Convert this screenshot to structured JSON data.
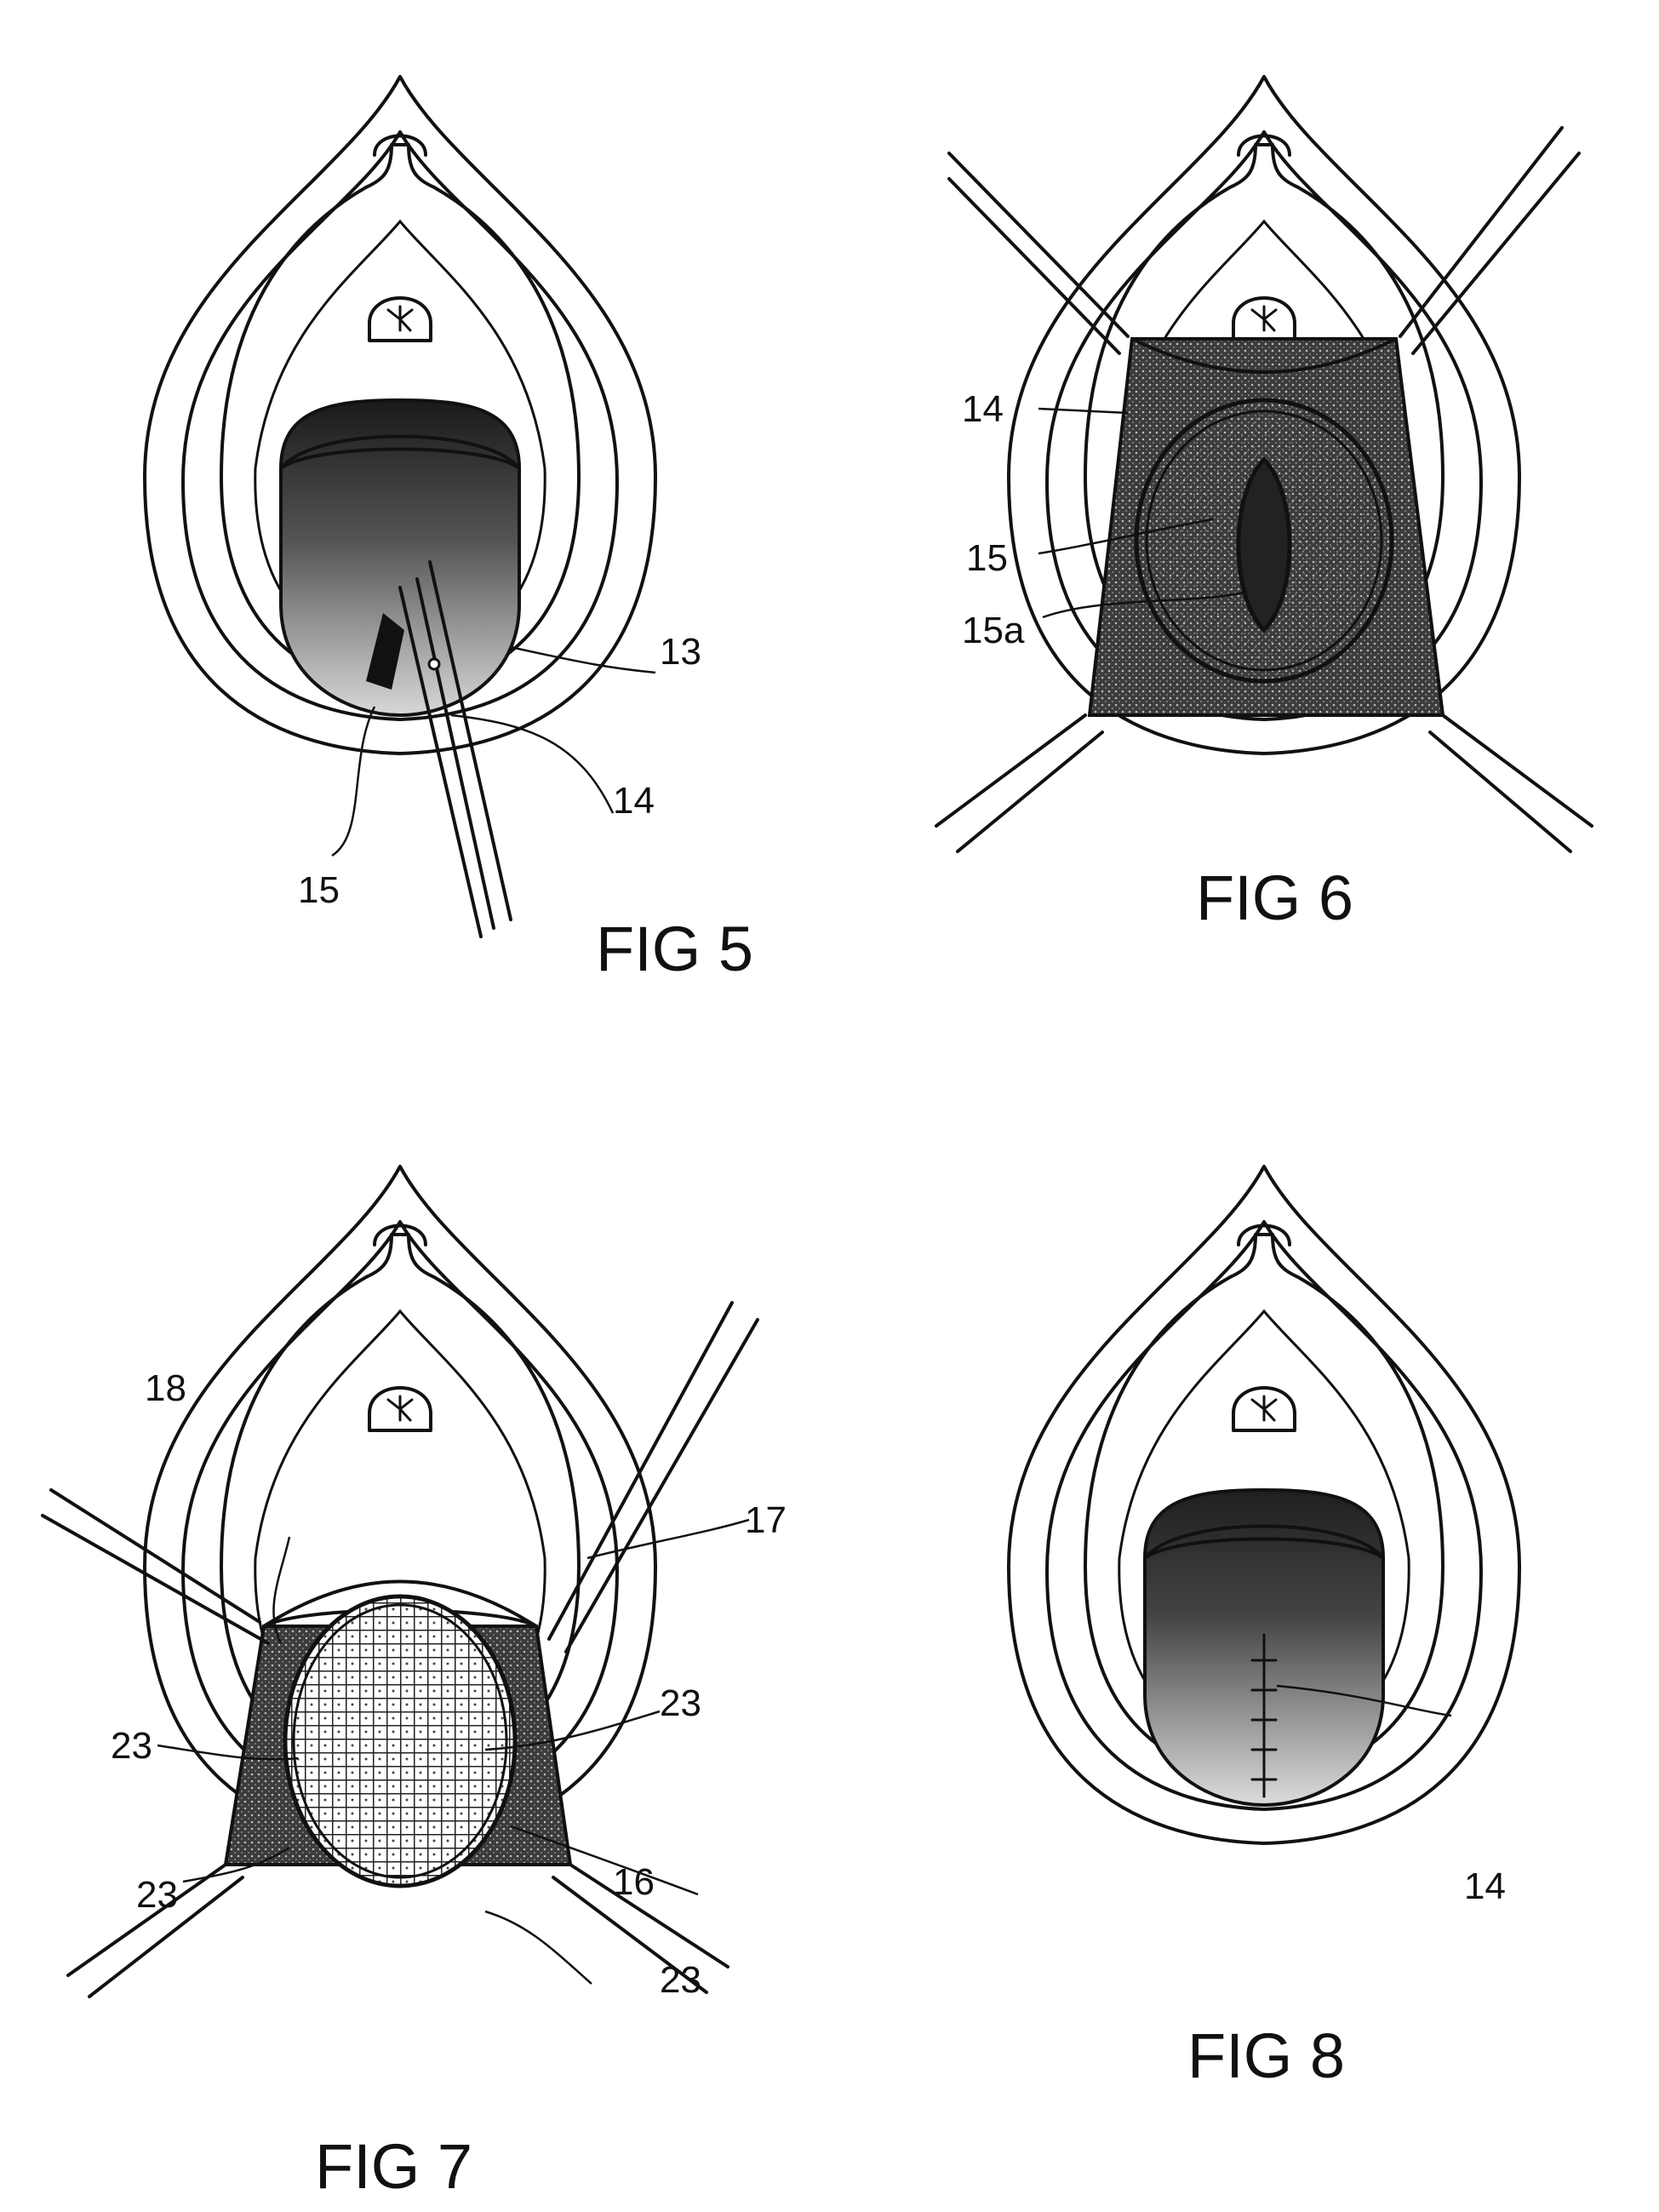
{
  "figures": [
    {
      "id": "fig5",
      "caption": "FIG 5",
      "labels": [
        "13",
        "14",
        "15"
      ]
    },
    {
      "id": "fig6",
      "caption": "FIG 6",
      "labels": [
        "14",
        "15",
        "15a"
      ]
    },
    {
      "id": "fig7",
      "caption": "FIG 7",
      "labels": [
        "18",
        "17",
        "23",
        "23",
        "16",
        "23",
        "23"
      ]
    },
    {
      "id": "fig8",
      "caption": "FIG 8",
      "labels": [
        "14"
      ]
    }
  ],
  "colors": {
    "ink": "#111111",
    "paper": "#ffffff",
    "dark_tissue": "#2a2a2a",
    "stipple": "#8a8a8a"
  }
}
